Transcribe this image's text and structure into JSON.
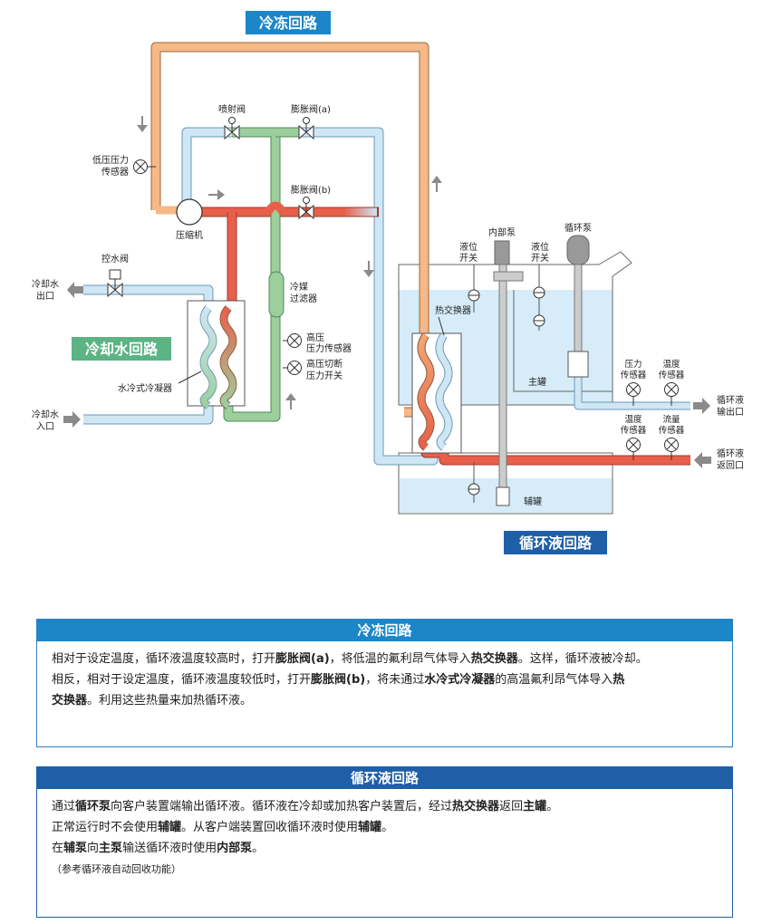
{
  "diagram": {
    "titles": {
      "refrigeration": "冷冻回路",
      "cooling_water": "冷却水回路",
      "circulating": "循环液回路"
    },
    "labels": {
      "injection_valve": "喷射阀",
      "expansion_valve_a": "膨胀阀(a)",
      "expansion_valve_b": "膨胀阀(b)",
      "low_pressure_sensor_1": "低压压力",
      "low_pressure_sensor_2": "传感器",
      "compressor": "压缩机",
      "water_control_valve": "控水阀",
      "cooling_water_out_1": "冷却水",
      "cooling_water_out_2": "出口",
      "cooling_water_in_1": "冷却水",
      "cooling_water_in_2": "入口",
      "refrigerant_filter_1": "冷媒",
      "refrigerant_filter_2": "过滤器",
      "high_pressure_sensor_1": "高压",
      "high_pressure_sensor_2": "压力传感器",
      "high_pressure_switch_1": "高压切断",
      "high_pressure_switch_2": "压力开关",
      "water_condenser": "水冷式冷凝器",
      "heat_exchanger": "热交换器",
      "internal_pump": "内部泵",
      "circulation_pump": "循环泵",
      "level_switch_left_1": "液位",
      "level_switch_left_2": "开关",
      "level_switch_right_1": "液位",
      "level_switch_right_2": "开关",
      "main_tank": "主罐",
      "aux_tank": "辅罐",
      "pressure_sensor_1": "压力",
      "pressure_sensor_2": "传感器",
      "temp_sensor_top_1": "温度",
      "temp_sensor_top_2": "传感器",
      "temp_sensor_bottom_1": "温度",
      "temp_sensor_bottom_2": "传感器",
      "flow_sensor_1": "流量",
      "flow_sensor_2": "传感器",
      "fluid_out_1": "循环液",
      "fluid_out_2": "输出口",
      "fluid_return_1": "循环液",
      "fluid_return_2": "返回口"
    },
    "colors": {
      "title_blue": "#1b86c8",
      "title_green": "#5cb383",
      "title_navy": "#1f5fa8",
      "hot_pipe": "#e8604a",
      "warm_pipe": "#f0a873",
      "cold_pipe": "#cfe6f4",
      "green_pipe": "#9ccf9c",
      "water_fill": "#d6ecf8"
    }
  },
  "panel_refrigeration": {
    "title": "冷冻回路",
    "header_color": "#1b86c8",
    "line1_a": "相对于设定温度，循环液温度较高时，打开",
    "line1_b": "膨胀阀(a)",
    "line1_c": "，将低温的氟利昂气体导入",
    "line1_d": "热交换器",
    "line1_e": "。这样，循环液被冷却。",
    "line2_a": "相反，相对于设定温度，循环液温度较低时，打开",
    "line2_b": "膨胀阀(b)",
    "line2_c": "，将未通过",
    "line2_d": "水冷式冷凝器",
    "line2_e": "的高温氟利昂气体导入",
    "line2_f": "热",
    "line3_a": "交换器",
    "line3_b": "。利用这些热量来加热循环液。"
  },
  "panel_circulating": {
    "title": "循环液回路",
    "header_color": "#1f5fa8",
    "line1_a": "通过",
    "line1_b": "循环泵",
    "line1_c": "向客户装置端输出循环液。循环液在冷却或加热客户装置后，经过",
    "line1_d": "热交换器",
    "line1_e": "返回",
    "line1_f": "主罐",
    "line1_g": "。",
    "line2_a": "正常运行时不会使用",
    "line2_b": "辅罐",
    "line2_c": "。从客户端装置回收循环液时使用",
    "line2_d": "辅罐",
    "line2_e": "。",
    "line3_a": "在",
    "line3_b": "辅泵",
    "line3_c": "向",
    "line3_d": "主泵",
    "line3_e": "输送循环液时使用",
    "line3_f": "内部泵",
    "line3_g": "。",
    "note": "（参考循环液自动回收功能）"
  }
}
